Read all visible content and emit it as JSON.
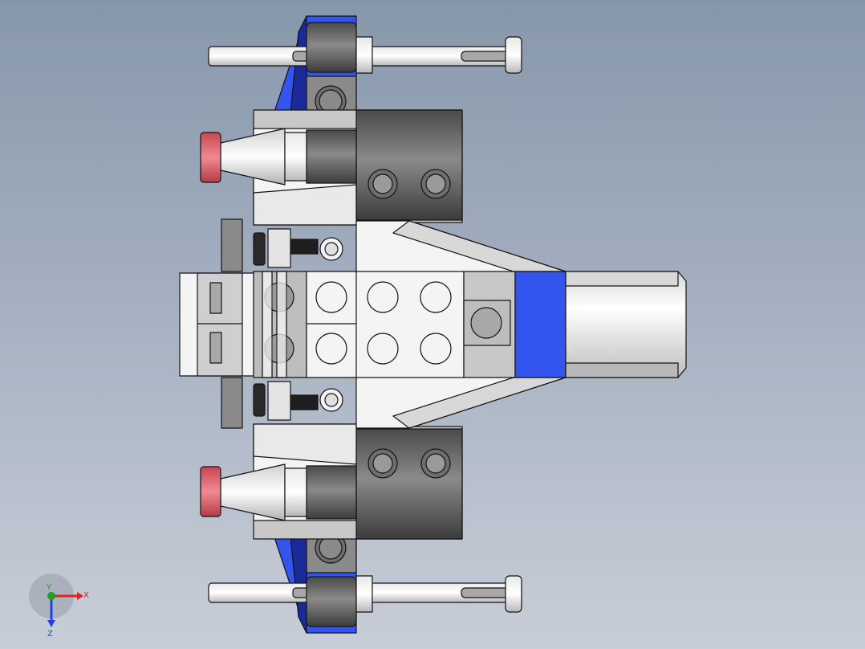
{
  "triad": {
    "x_label": "X",
    "y_label": "Y",
    "z_label": "Z",
    "x_color": "#e02020",
    "y_color": "#20a020",
    "z_color": "#2040e0"
  },
  "model": {
    "colors": {
      "white": "#f4f4f4",
      "light_gray": "#c8c8c8",
      "mid_gray": "#a8a8a8",
      "dark_gray": "#6e6e6e",
      "darker_gray": "#4a4a4a",
      "black": "#1e1e1e",
      "blue": "#3355ee",
      "dark_blue": "#1a2a99",
      "red_trans": "#e36a74",
      "outline": "#141414"
    }
  }
}
